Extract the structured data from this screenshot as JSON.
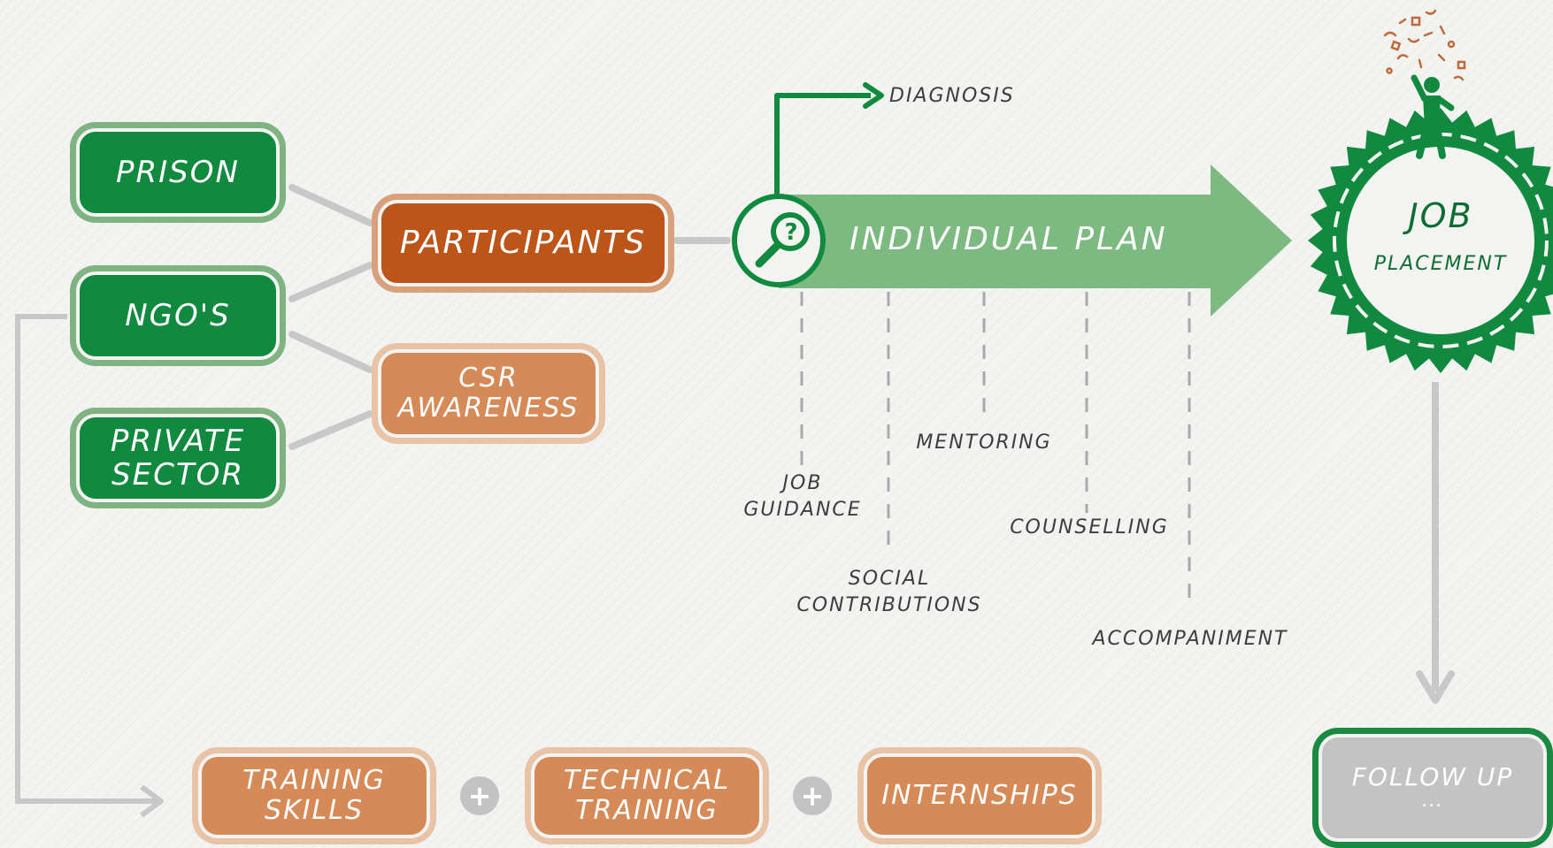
{
  "sources": [
    {
      "label": "PRISON"
    },
    {
      "label": "NGO'S"
    },
    {
      "label": "PRIVATE\nSECTOR"
    }
  ],
  "participants": {
    "label": "PARTICIPANTS"
  },
  "csr": {
    "label": "CSR\nAWARENESS"
  },
  "plan": {
    "label": "INDIVIDUAL PLAN",
    "icon_glyph": "?"
  },
  "diagnosis": {
    "label": "DIAGNOSIS"
  },
  "plan_steps": [
    {
      "label": "JOB\nGUIDANCE"
    },
    {
      "label": "SOCIAL\nCONTRIBUTIONS"
    },
    {
      "label": "MENTORING"
    },
    {
      "label": "COUNSELLING"
    },
    {
      "label": "ACCOMPANIMENT"
    }
  ],
  "job_placement": {
    "line1": "JOB",
    "line2": "PLACEMENT"
  },
  "follow_up": {
    "label": "FOLLOW UP",
    "more": "..."
  },
  "training": [
    {
      "label": "TRAINING\nSKILLS"
    },
    {
      "label": "TECHNICAL\nTRAINING"
    },
    {
      "label": "INTERNSHIPS"
    }
  ],
  "plus_symbol": "+",
  "colors": {
    "green": "#118a3f",
    "green_light": "#7fb482",
    "rust": "#bd5419",
    "tan": "#d68a58",
    "arrow_green": "#7dba82",
    "grey": "#c3c3c3",
    "connector": "#c8c8c8",
    "confetti": "#c06a3a"
  }
}
